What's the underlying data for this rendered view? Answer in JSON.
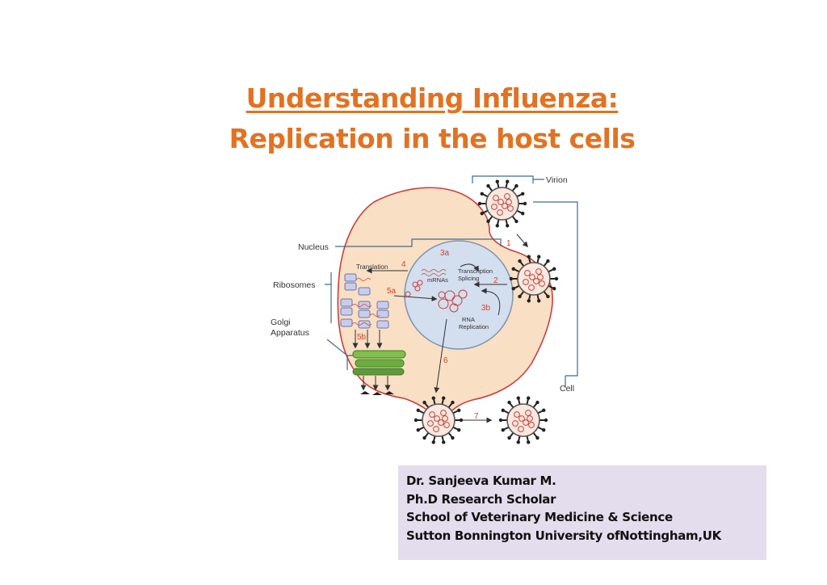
{
  "slide": {
    "title_line1": "Understanding Influenza:",
    "title_line2": "Replication in the host cells",
    "title_color": "#e27222"
  },
  "diagram": {
    "labels": {
      "virion": "Virion",
      "nucleus": "Nucleus",
      "ribosomes": "Ribosomes",
      "golgi_1": "Golgi",
      "golgi_2": "Apparatus",
      "cell": "Cell",
      "translation": "Translation",
      "mrnas": "mRNAs",
      "transcription": "Transcription",
      "splicing": "Splicing",
      "rna": "RNA",
      "replication": "Replication"
    },
    "steps": {
      "s1": "1",
      "s2": "2",
      "s3a": "3a",
      "s3b": "3b",
      "s4": "4",
      "s5a": "5a",
      "s5b": "5b",
      "s6": "6",
      "s7": "7"
    },
    "colors": {
      "cell_fill": "#f9dfc4",
      "cell_stroke": "#c9413d",
      "nucleus_fill": "#d3deee",
      "golgi": "#5c9a3a",
      "virion_rna": "#c9413d",
      "spike": "#222222",
      "bracket": "#3d6b95"
    }
  },
  "author": {
    "name": "Dr. Sanjeeva Kumar  M.",
    "position": "Ph.D Research Scholar",
    "school": "School of Veterinary Medicine & Science",
    "affiliation": "Sutton Bonnington University ofNottingham,UK",
    "box_color": "#e4dded"
  }
}
